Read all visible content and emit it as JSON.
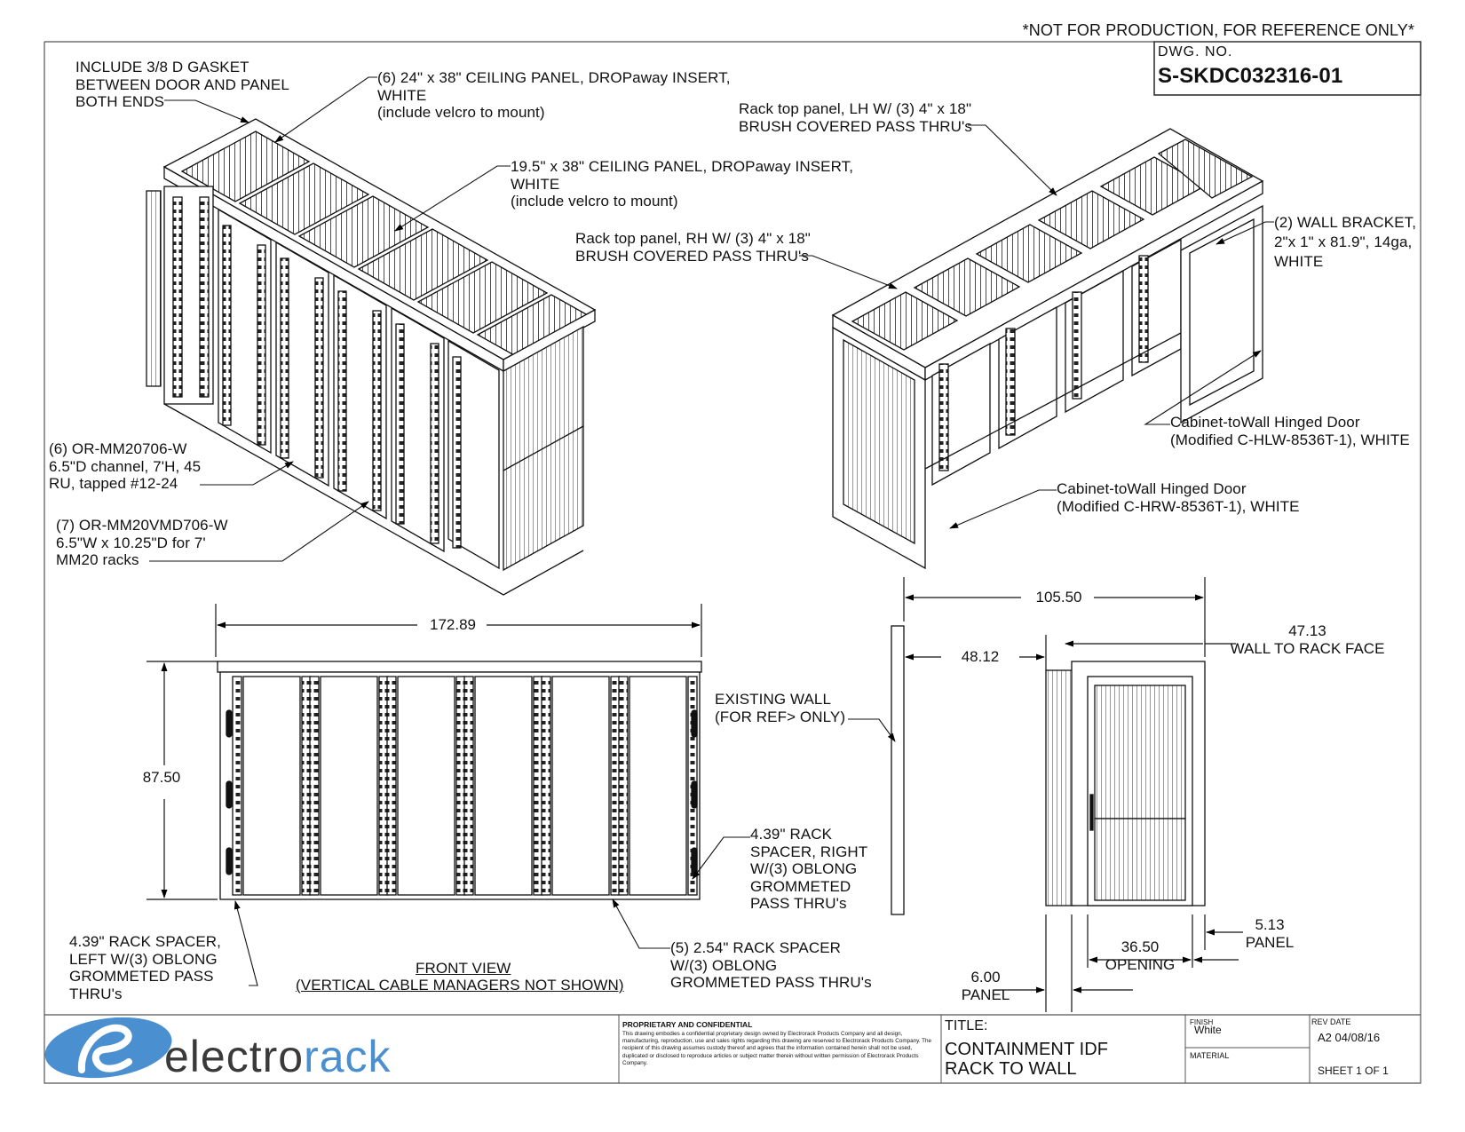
{
  "header": {
    "notice": "*NOT FOR PRODUCTION, FOR REFERENCE ONLY*",
    "dwg_no_label": "DWG. NO.",
    "dwg_no": "S-SKDC032316-01"
  },
  "callouts": {
    "gasket": "INCLUDE 3/8 D GASKET\nBETWEEN DOOR AND PANEL\nBOTH ENDS",
    "ceiling_24": "(6) 24\" x 38\" CEILING PANEL, DROPaway INSERT,\nWHITE\n(include velcro to mount)",
    "ceiling_19": "19.5\" x 38\" CEILING PANEL, DROPaway INSERT,\nWHITE\n(include velcro to mount)",
    "rack_top_lh": "Rack top panel, LH W/ (3) 4\" x 18\"\nBRUSH COVERED PASS THRU's",
    "rack_top_rh": "Rack top panel, RH W/ (3) 4\" x 18\"\nBRUSH COVERED PASS THRU's",
    "wall_bracket": "(2) WALL BRACKET,\n2\"x 1\" x 81.9\", 14ga,\nWHITE",
    "door_hlw": "Cabinet-toWall Hinged Door\n(Modified C-HLW-8536T-1), WHITE",
    "door_hrw": "Cabinet-toWall Hinged Door\n(Modified C-HRW-8536T-1), WHITE",
    "channel": "(6) OR-MM20706-W\n6.5\"D channel, 7'H, 45\nRU, tapped #12-24",
    "racks": "(7) OR-MM20VMD706-W\n6.5\"W x 10.25\"D for 7'\nMM20 racks",
    "existing_wall": "EXISTING WALL\n(FOR REF> ONLY)",
    "spacer_right": "4.39\" RACK\nSPACER, RIGHT\nW/(3) OBLONG\nGROMMETED\nPASS THRU's",
    "spacer_left": "4.39\" RACK SPACER,\nLEFT W/(3) OBLONG\nGROMMETED PASS\nTHRU's",
    "spacer_mid": "(5) 2.54\" RACK SPACER\nW/(3) OBLONG\nGROMMETED PASS THRU's",
    "front_view_1": "FRONT VIEW",
    "front_view_2": "(VERTICAL CABLE MANAGERS NOT SHOWN)"
  },
  "dimensions": {
    "width_front": "172.89",
    "height_front": "87.50",
    "width_side": "105.50",
    "wall_gap": "48.12",
    "wall_to_rack": "47.13\nWALL TO RACK FACE",
    "panel_right": "5.13\nPANEL",
    "opening": "36.50\nOPENING",
    "panel_left": "6.00\nPANEL"
  },
  "title_block": {
    "logo_text_a": "electro",
    "logo_text_b": "rack",
    "logo_color_a": "#3a3a3a",
    "logo_color_b": "#4a8fd0",
    "prop_title": "PROPRIETARY AND CONFIDENTIAL",
    "prop_body": "This drawing embodies a confidential proprietary design owned by Electrorack Products Company and all design, manufacturing, reproduction, use and sales rights regarding this drawing are reserved to Electrorack Products Company. The recipient of this drawing assumes custody thereof and agrees that the information contained herein shall not be used, duplicated or disclosed to reproduce articles or subject matter therein without written permission of Electrorack Products Company.",
    "title_label": "TITLE:",
    "title_1": "CONTAINMENT IDF",
    "title_2": "RACK TO WALL",
    "finish_label": "FINISH",
    "finish_value": "White",
    "material_label": "MATERIAL",
    "rev_label": "REV DATE",
    "rev_value": "A2 04/08/16",
    "sheet": "SHEET 1 OF 1"
  }
}
